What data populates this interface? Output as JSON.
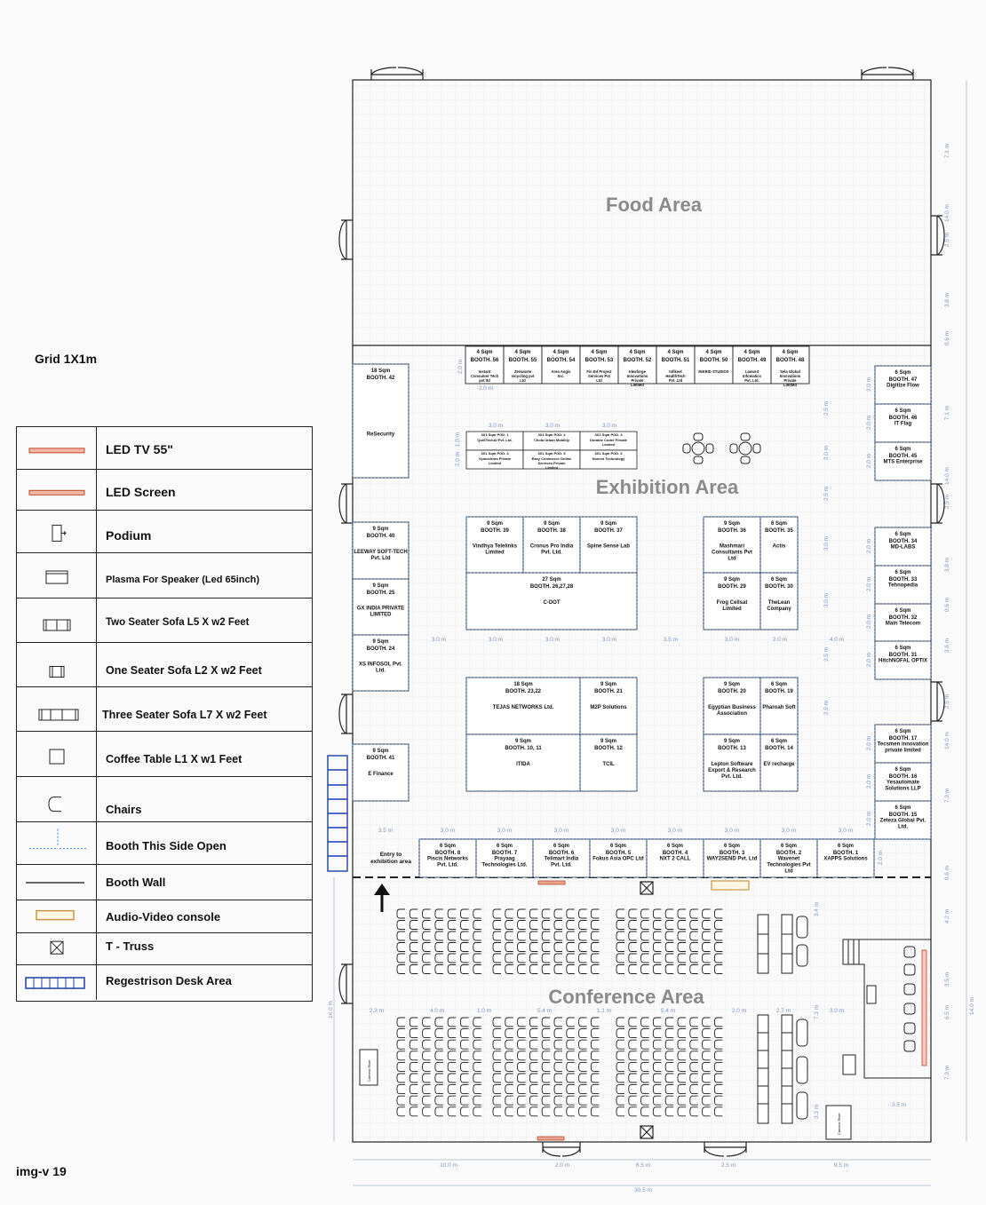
{
  "grid_label": "Grid 1X1m",
  "image_label": "img-v 19",
  "areas": {
    "food": "Food Area",
    "exhibition": "Exhibition Area",
    "conference": "Conference Area"
  },
  "legend": [
    {
      "icon": "led-tv-icon",
      "label": "LED TV 55\""
    },
    {
      "icon": "led-screen-icon",
      "label": "LED Screen"
    },
    {
      "icon": "podium-icon",
      "label": "Podium"
    },
    {
      "icon": "plasma-icon",
      "label": "Plasma For Speaker (Led 65inch)"
    },
    {
      "icon": "two-seater-sofa-icon",
      "label": "Two Seater Sofa L5 X w2 Feet"
    },
    {
      "icon": "one-seater-sofa-icon",
      "label": "One Seater Sofa L2 X w2 Feet"
    },
    {
      "icon": "three-seater-sofa-icon",
      "label": "Three Seater Sofa L7 X w2 Feet"
    },
    {
      "icon": "coffee-table-icon",
      "label": "Coffee Table L1 X w1 Feet"
    },
    {
      "icon": "chair-icon",
      "label": "Chairs"
    },
    {
      "icon": "booth-open-icon",
      "label": "Booth This Side Open"
    },
    {
      "icon": "booth-wall-icon",
      "label": "Booth Wall"
    },
    {
      "icon": "av-console-icon",
      "label": "Audio-Video console"
    },
    {
      "icon": "truss-icon",
      "label": "T - Truss"
    },
    {
      "icon": "registration-desk-icon",
      "label": "Regestrison Desk Area"
    }
  ],
  "pods": {
    "size": "3X1 Sqm POD.",
    "items": [
      {
        "pod": "3X1 Sqm POD. 1",
        "name": "QuiSTechAl Pvt. Ltd."
      },
      {
        "pod": "3X1 Sqm POD. 2",
        "name": "Chola Urban Mobility"
      },
      {
        "pod": "3X1 Sqm POD. 3",
        "name": "Durable Coder Private Limited"
      },
      {
        "pod": "3X1 Sqm POD. 4",
        "name": "Vyomchitra Private Limited"
      },
      {
        "pod": "3X1 Sqm POD. 5",
        "name": "Easy Commerce Online Services Private Limited"
      },
      {
        "pod": "3X1 Sqm POD. 6",
        "name": "Honest Technology"
      }
    ]
  },
  "small_booths": [
    {
      "size": "4 Sqm",
      "booth": "BOOTH. 56",
      "company": "Instant Consumer Tech pvt ltd"
    },
    {
      "size": "4 Sqm",
      "booth": "BOOTH. 55",
      "company": "Zenwaste recycling pvt Ltd"
    },
    {
      "size": "4 Sqm",
      "booth": "BOOTH. 54",
      "company": "Area Angis Inc."
    },
    {
      "size": "4 Sqm",
      "booth": "BOOTH. 53",
      "company": "Fin Ed Project Services Pvt Ltd"
    },
    {
      "size": "4 Sqm",
      "booth": "BOOTH. 52",
      "company": "Ideaforge Innovations Private Limited"
    },
    {
      "size": "4 Sqm",
      "booth": "BOOTH. 51",
      "company": "Infikeel HealthTech Pvt. Ltd"
    },
    {
      "size": "4 Sqm",
      "booth": "BOOTH. 50",
      "company": "INKRID STUDIOS"
    },
    {
      "size": "4 Sqm",
      "booth": "BOOTH. 49",
      "company": "Lamont Infomatics Pvt. Ltd."
    },
    {
      "size": "4 Sqm",
      "booth": "BOOTH. 48",
      "company": "Sela Global Innovations Private Limited"
    }
  ],
  "booths": [
    {
      "size": "18 Sqm",
      "booth": "BOOTH. 42",
      "company": "ReSecurity"
    },
    {
      "size": "9 Sqm",
      "booth": "BOOTH. 40",
      "company": "LEEWAY SOFT-TECH Pvt. Ltd"
    },
    {
      "size": "9 Sqm",
      "booth": "BOOTH. 25",
      "company": "GX INDIA PRIVATE LIMITED"
    },
    {
      "size": "9 Sqm",
      "booth": "BOOTH. 24",
      "company": "XS INFOSOL Pvt. Ltd."
    },
    {
      "size": "9 Sqm",
      "booth": "BOOTH. 41",
      "company": "E Finance"
    },
    {
      "size": "9 Sqm",
      "booth": "BOOTH. 39",
      "company": "Vindhya Telelinks Limited"
    },
    {
      "size": "9 Sqm",
      "booth": "BOOTH. 38",
      "company": "Cronus Pro India Pvt. Ltd."
    },
    {
      "size": "9 Sqm",
      "booth": "BOOTH. 37",
      "company": "Spine Sense Lab"
    },
    {
      "size": "27 Sqm",
      "booth": "BOOTH. 26,27,28",
      "company": "C-DOT"
    },
    {
      "size": "9 Sqm",
      "booth": "BOOTH. 36",
      "company": "Mashmari Consultants Pvt Ltd"
    },
    {
      "size": "6 Sqm",
      "booth": "BOOTH. 35",
      "company": "Actis"
    },
    {
      "size": "9 Sqm",
      "booth": "BOOTH. 29",
      "company": "Frog Cellsat Limited"
    },
    {
      "size": "6 Sqm",
      "booth": "BOOTH. 30",
      "company": "TheLean Company"
    },
    {
      "size": "18 Sqm",
      "booth": "BOOTH. 23,22",
      "company": "TEJAS NETWORKS Ltd."
    },
    {
      "size": "9 Sqm",
      "booth": "BOOTH. 21",
      "company": "M2P Solutions"
    },
    {
      "size": "9 Sqm",
      "booth": "BOOTH. 10, 11",
      "company": "ITIDA"
    },
    {
      "size": "9 Sqm",
      "booth": "BOOTH. 12",
      "company": "TCIL"
    },
    {
      "size": "9 Sqm",
      "booth": "BOOTH. 20",
      "company": "Egyptian Business Association"
    },
    {
      "size": "6 Sqm",
      "booth": "BOOTH. 19",
      "company": "Pharoah Soft"
    },
    {
      "size": "9 Sqm",
      "booth": "BOOTH. 13",
      "company": "Lepton Software Export & Research Pvt. Ltd."
    },
    {
      "size": "6 Sqm",
      "booth": "BOOTH. 14",
      "company": "EV recharge"
    },
    {
      "size": "6 Sqm",
      "booth": "BOOTH. 47",
      "company": "Digitize Flow"
    },
    {
      "size": "6 Sqm",
      "booth": "BOOTH. 46",
      "company": "IT Flag"
    },
    {
      "size": "6 Sqm",
      "booth": "BOOTH. 45",
      "company": "MTS Enterprise"
    },
    {
      "size": "6 Sqm",
      "booth": "BOOTH. 34",
      "company": "MD-LABS"
    },
    {
      "size": "6 Sqm",
      "booth": "BOOTH. 33",
      "company": "Tehnopedia"
    },
    {
      "size": "6 Sqm",
      "booth": "BOOTH. 32",
      "company": "Main Telecom"
    },
    {
      "size": "6 Sqm",
      "booth": "BOOTH. 31",
      "company": "HitchNOFAL OPTIX"
    },
    {
      "size": "6 Sqm",
      "booth": "BOOTH. 17",
      "company": "Tecsmen innovation private limited"
    },
    {
      "size": "6 Sqm",
      "booth": "BOOTH. 16",
      "company": "Yesautomate Solutions LLP"
    },
    {
      "size": "6 Sqm",
      "booth": "BOOTH. 15",
      "company": "Zeteza Global Pvt. Ltd."
    },
    {
      "size": "6 Sqm",
      "booth": "BOOTH. 8",
      "company": "Piscis Networks Pvt. Ltd."
    },
    {
      "size": "6 Sqm",
      "booth": "BOOTH. 7",
      "company": "Prayaag Technologies Ltd."
    },
    {
      "size": "6 Sqm",
      "booth": "BOOTH. 6",
      "company": "Telimart India Pvt. Ltd."
    },
    {
      "size": "6 Sqm",
      "booth": "BOOTH. 5",
      "company": "Fokus Asia OPC Ltd"
    },
    {
      "size": "6 Sqm",
      "booth": "BOOTH. 4",
      "company": "NXT 2 CALL"
    },
    {
      "size": "6 Sqm",
      "booth": "BOOTH. 3",
      "company": "WAY2SEND Pvt. Ltd"
    },
    {
      "size": "6 Sqm",
      "booth": "BOOTH. 2",
      "company": "Wavenet Technologies Pvt Ltd"
    },
    {
      "size": "6 Sqm",
      "booth": "BOOTH. 1",
      "company": "XAPPS Solutions"
    }
  ],
  "entry_label": "Entry to exhibition area",
  "camera_label": "Camera Riser",
  "dimensions": {
    "total_width": "30.5 m",
    "bottom": [
      "10.0 m",
      "2.0 m",
      "6.5 m",
      "2.5 m",
      "9.5 m"
    ],
    "right": [
      "7.1 m",
      "14.0 m",
      "2.5 m",
      "3.8 m",
      "0.6 m",
      "7.1 m",
      "14.0 m",
      "2.5 m",
      "3.8 m",
      "0.6 m",
      "3.6 m",
      "2.5 m",
      "14.0 m",
      "7.3 m",
      "0.6 m",
      "4.2 m",
      "2.5 m",
      "6.5 m",
      "14.0 m",
      "7.3 m"
    ],
    "exhibition_row": [
      "3.0 m",
      "3.0 m",
      "3.0 m",
      "3.0 m",
      "3.5 m",
      "3.0 m",
      "2.0 m",
      "4.0 m"
    ],
    "front_row": [
      "3.5 m",
      "3.0 m",
      "3.0 m",
      "3.0 m",
      "3.0 m",
      "3.0 m",
      "3.0 m",
      "3.0 m",
      "3.0 m"
    ],
    "conference_row": [
      "2.3 m",
      "4.0 m",
      "1.0 m",
      "5.4 m",
      "1.1 m",
      "5.4 m",
      "2.0 m",
      "2.7 m",
      "3.0 m"
    ],
    "pod_row": [
      "3.0 m",
      "3.0 m",
      "3.0 m"
    ],
    "misc": [
      "2.0 m",
      "2.0 m",
      "1.0 m",
      "2.0 m",
      "2.5 m",
      "2.0 m",
      "2.5 m",
      "3.0 m",
      "2.5 m",
      "3.0 m",
      "2.5 m",
      "2.0 m",
      "2.0 m",
      "2.0 m",
      "2.0 m",
      "2.0 m",
      "2.0 m",
      "2.0 m",
      "2.0 m",
      "2.0 m",
      "2.0 m",
      "2.0 m",
      "3.4 m",
      "7.3 m",
      "3.5 m",
      "3.3 m",
      "14.0 m"
    ]
  }
}
